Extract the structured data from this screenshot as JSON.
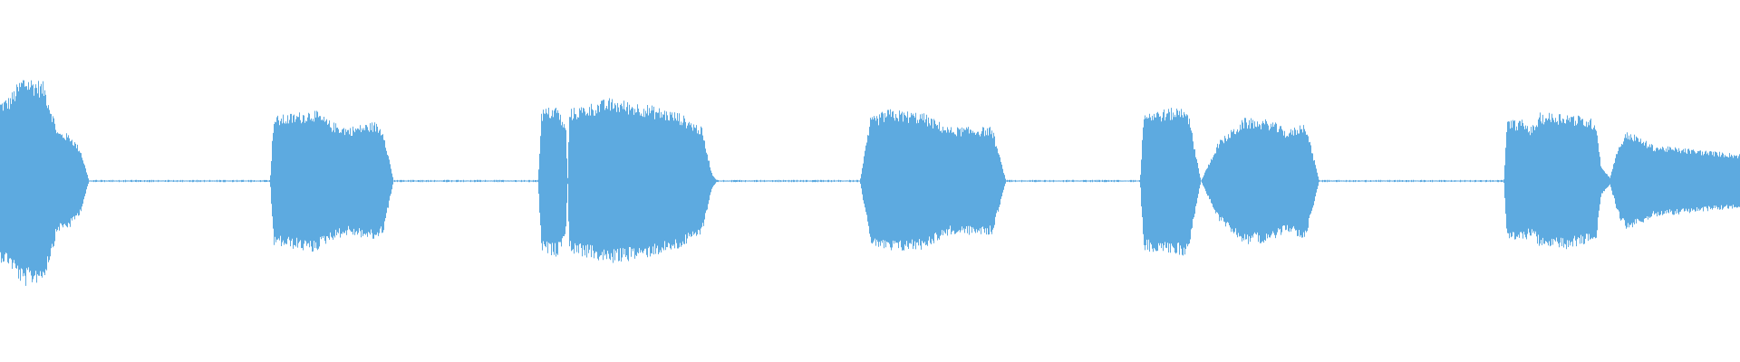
{
  "waveform": {
    "color": "#5DAAE0",
    "background": "#FFFFFF",
    "silence_level": 0.006,
    "envelope": [
      [
        0.0,
        0.45
      ],
      [
        0.005,
        0.47
      ],
      [
        0.013,
        0.59
      ],
      [
        0.02,
        0.57
      ],
      [
        0.025,
        0.55
      ],
      [
        0.029,
        0.42
      ],
      [
        0.033,
        0.28
      ],
      [
        0.04,
        0.26
      ],
      [
        0.046,
        0.18
      ],
      [
        0.051,
        0.0
      ],
      [
        0.155,
        0.0
      ],
      [
        0.157,
        0.36
      ],
      [
        0.17,
        0.38
      ],
      [
        0.18,
        0.4
      ],
      [
        0.19,
        0.33
      ],
      [
        0.2,
        0.3
      ],
      [
        0.215,
        0.33
      ],
      [
        0.22,
        0.29
      ],
      [
        0.226,
        0.0
      ],
      [
        0.309,
        0.0
      ],
      [
        0.311,
        0.4
      ],
      [
        0.32,
        0.42
      ],
      [
        0.325,
        0.3
      ],
      [
        0.326,
        0.0
      ],
      [
        0.327,
        0.4
      ],
      [
        0.35,
        0.46
      ],
      [
        0.37,
        0.43
      ],
      [
        0.39,
        0.38
      ],
      [
        0.403,
        0.3
      ],
      [
        0.409,
        0.04
      ],
      [
        0.412,
        0.0
      ],
      [
        0.494,
        0.0
      ],
      [
        0.5,
        0.35
      ],
      [
        0.51,
        0.4
      ],
      [
        0.53,
        0.38
      ],
      [
        0.545,
        0.3
      ],
      [
        0.57,
        0.3
      ],
      [
        0.578,
        0.0
      ],
      [
        0.655,
        0.0
      ],
      [
        0.657,
        0.39
      ],
      [
        0.67,
        0.4
      ],
      [
        0.682,
        0.42
      ],
      [
        0.69,
        0.0
      ],
      [
        0.7,
        0.22
      ],
      [
        0.715,
        0.35
      ],
      [
        0.73,
        0.34
      ],
      [
        0.74,
        0.28
      ],
      [
        0.75,
        0.33
      ],
      [
        0.758,
        0.0
      ],
      [
        0.864,
        0.0
      ],
      [
        0.866,
        0.34
      ],
      [
        0.875,
        0.34
      ],
      [
        0.88,
        0.3
      ],
      [
        0.885,
        0.38
      ],
      [
        0.9,
        0.38
      ],
      [
        0.917,
        0.34
      ],
      [
        0.92,
        0.08
      ],
      [
        0.925,
        0.02
      ],
      [
        0.93,
        0.2
      ],
      [
        0.935,
        0.28
      ],
      [
        0.95,
        0.2
      ],
      [
        1.0,
        0.15
      ]
    ]
  }
}
